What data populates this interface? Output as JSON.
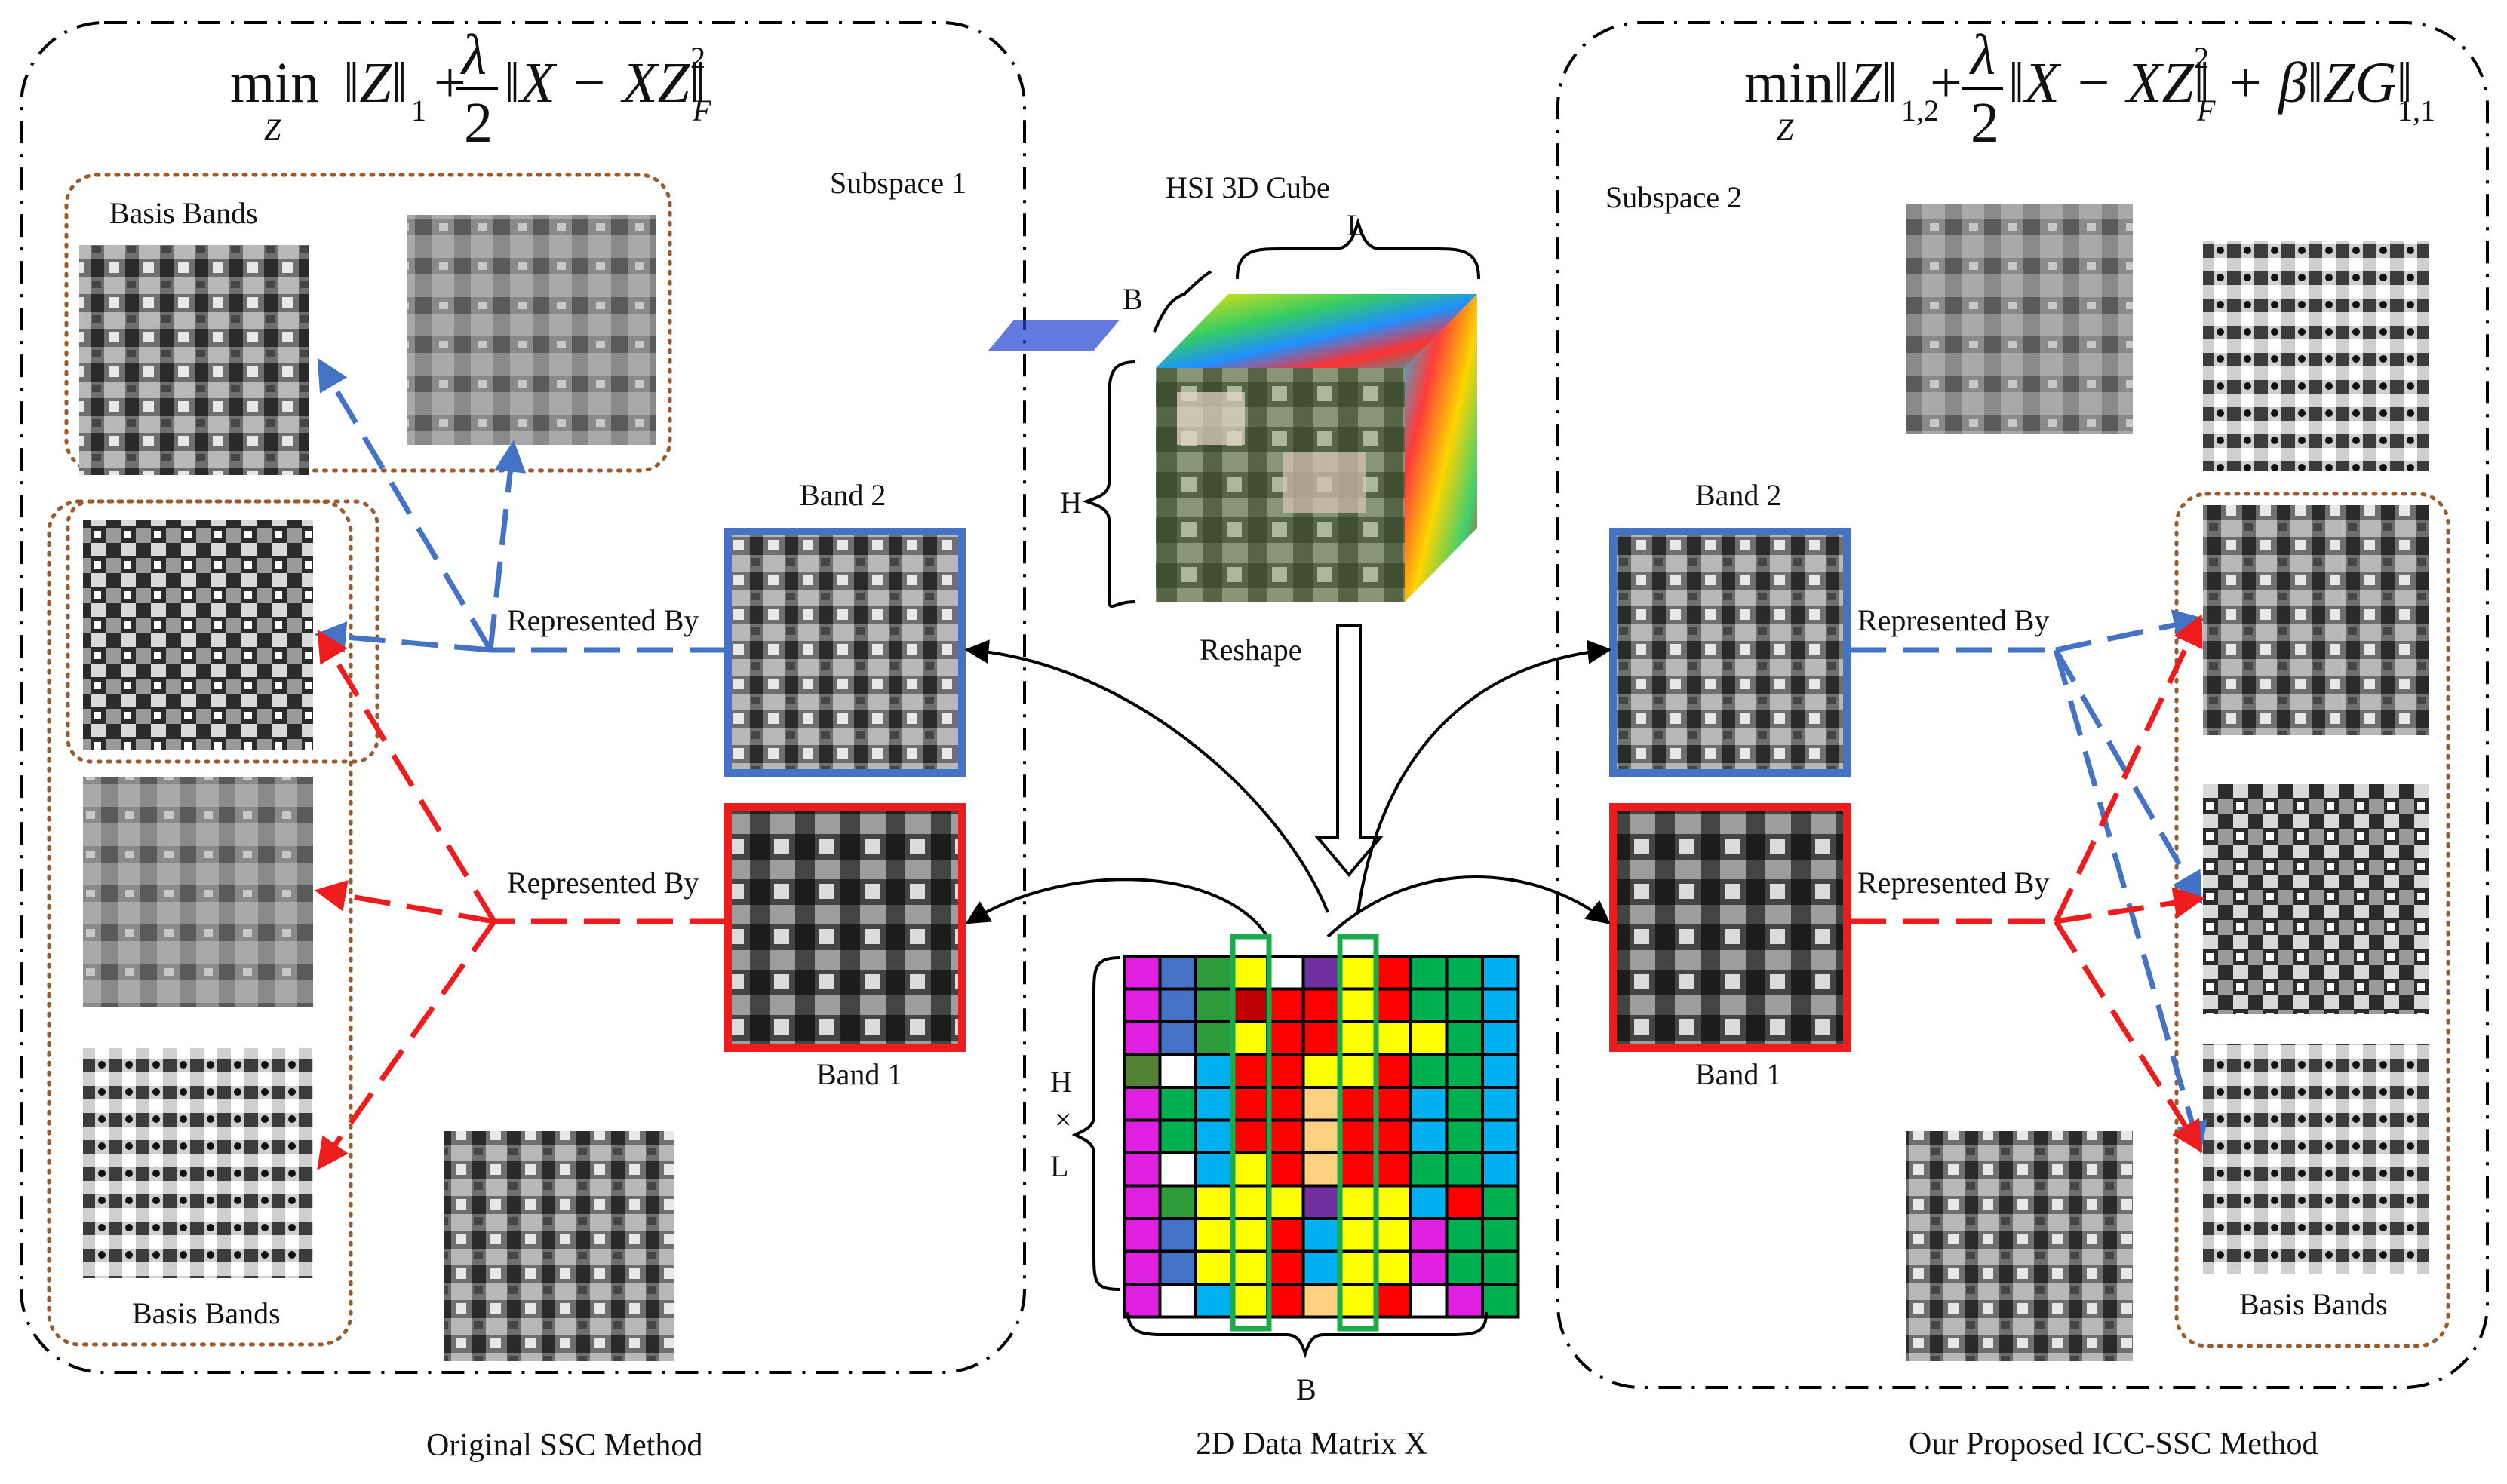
{
  "left_panel": {
    "caption": "Original SSC Method",
    "subspace_label": "Subspace 1",
    "basis_bands_top": "Basis Bands",
    "basis_bands_bottom": "Basis Bands",
    "band2_label": "Band 2",
    "band1_label": "Band 1",
    "represented_by_1": "Represented By",
    "represented_by_2": "Represented By",
    "equation": {
      "min": "min",
      "sub": "Z",
      "t1": "‖Z‖",
      "t1_sub": "1",
      "plus": "+",
      "frac_num": "λ",
      "frac_den": "2",
      "t2": "‖X − XZ‖",
      "t2_sup": "2",
      "t2_sub": "F"
    }
  },
  "right_panel": {
    "caption": "Our Proposed ICC-SSC Method",
    "subspace_label": "Subspace 2",
    "basis_bands": "Basis Bands",
    "band2_label": "Band 2",
    "band1_label": "Band 1",
    "represented_by_1": "Represented By",
    "represented_by_2": "Represented By",
    "equation": {
      "min": "min",
      "sub": "Z",
      "t1": "‖Z‖",
      "t1_sub": "1,2",
      "plus": "+",
      "frac_num": "λ",
      "frac_den": "2",
      "t2": "‖X − XZ‖",
      "t2_sup": "2",
      "t2_sub": "F",
      "plus2": "+ β",
      "t3": "‖ZG‖",
      "t3_sub": "1,1"
    }
  },
  "center": {
    "cube_title": "HSI 3D Cube",
    "dim_L": "L",
    "dim_B": "B",
    "dim_H": "H",
    "reshape": "Reshape",
    "matrix_caption": "2D Data Matrix X",
    "matrix_dim_H": "H",
    "matrix_dim_times": "×",
    "matrix_dim_L": "L",
    "matrix_dim_B": "B"
  },
  "colors": {
    "blue": "#4472c4",
    "red": "#ee1c1c",
    "green_box": "#1daa4a",
    "brown_dots": "#9b5a2e"
  },
  "matrix_palette": [
    "#e020e0",
    "#4472c4",
    "#2e9b3a",
    "#ffff00",
    "#ffffff",
    "#7030a0",
    "#ff0000",
    "#ffd080",
    "#00b0f0",
    "#00b050",
    "#c00000",
    "#548235",
    "#ffffff"
  ],
  "matrix_cells": [
    [
      0,
      1,
      2,
      3,
      4,
      5,
      3,
      6,
      9,
      9,
      8
    ],
    [
      0,
      1,
      2,
      10,
      6,
      6,
      3,
      6,
      9,
      9,
      8
    ],
    [
      0,
      1,
      2,
      3,
      6,
      6,
      3,
      3,
      3,
      9,
      8
    ],
    [
      11,
      4,
      8,
      6,
      6,
      3,
      3,
      6,
      9,
      9,
      8
    ],
    [
      0,
      9,
      8,
      6,
      6,
      7,
      6,
      6,
      8,
      9,
      8
    ],
    [
      0,
      9,
      8,
      6,
      6,
      7,
      6,
      6,
      8,
      9,
      8
    ],
    [
      0,
      4,
      8,
      3,
      6,
      7,
      6,
      6,
      9,
      9,
      8
    ],
    [
      0,
      2,
      3,
      3,
      3,
      5,
      3,
      3,
      8,
      6,
      9
    ],
    [
      0,
      1,
      3,
      3,
      6,
      8,
      3,
      3,
      0,
      9,
      9
    ],
    [
      0,
      1,
      3,
      3,
      6,
      8,
      3,
      3,
      0,
      9,
      9
    ],
    [
      0,
      4,
      8,
      3,
      6,
      7,
      3,
      6,
      4,
      0,
      9
    ]
  ]
}
